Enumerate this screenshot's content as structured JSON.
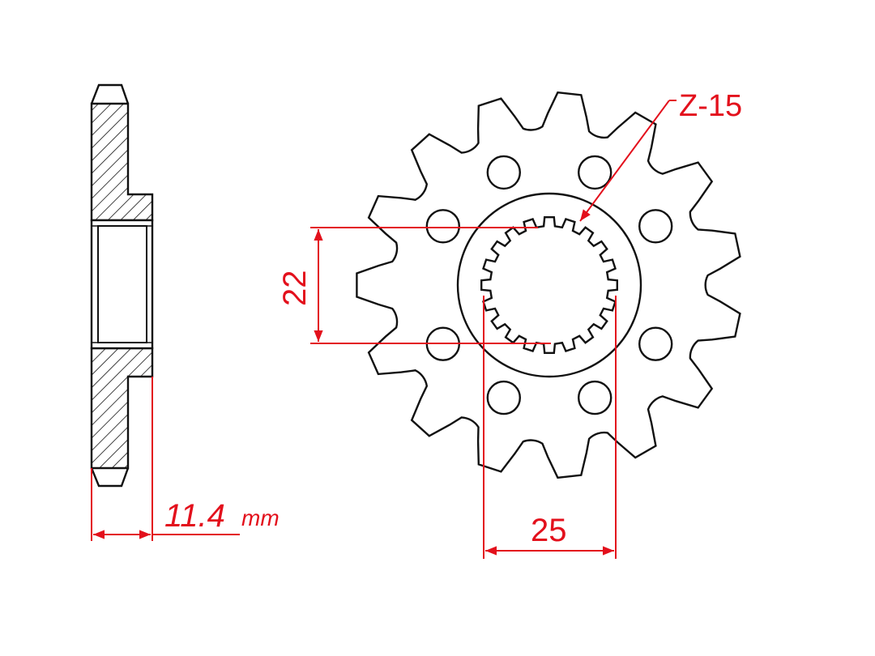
{
  "labels": {
    "teeth_count": "Z-15",
    "spline_height": "22",
    "spline_width": "25",
    "thickness_value": "11.4",
    "thickness_unit": "mm"
  },
  "colors": {
    "dimension": "#e3101c",
    "outline": "#111111"
  },
  "sprocket": {
    "teeth": 15,
    "bolt_holes": 8,
    "spline_teeth": 20
  }
}
